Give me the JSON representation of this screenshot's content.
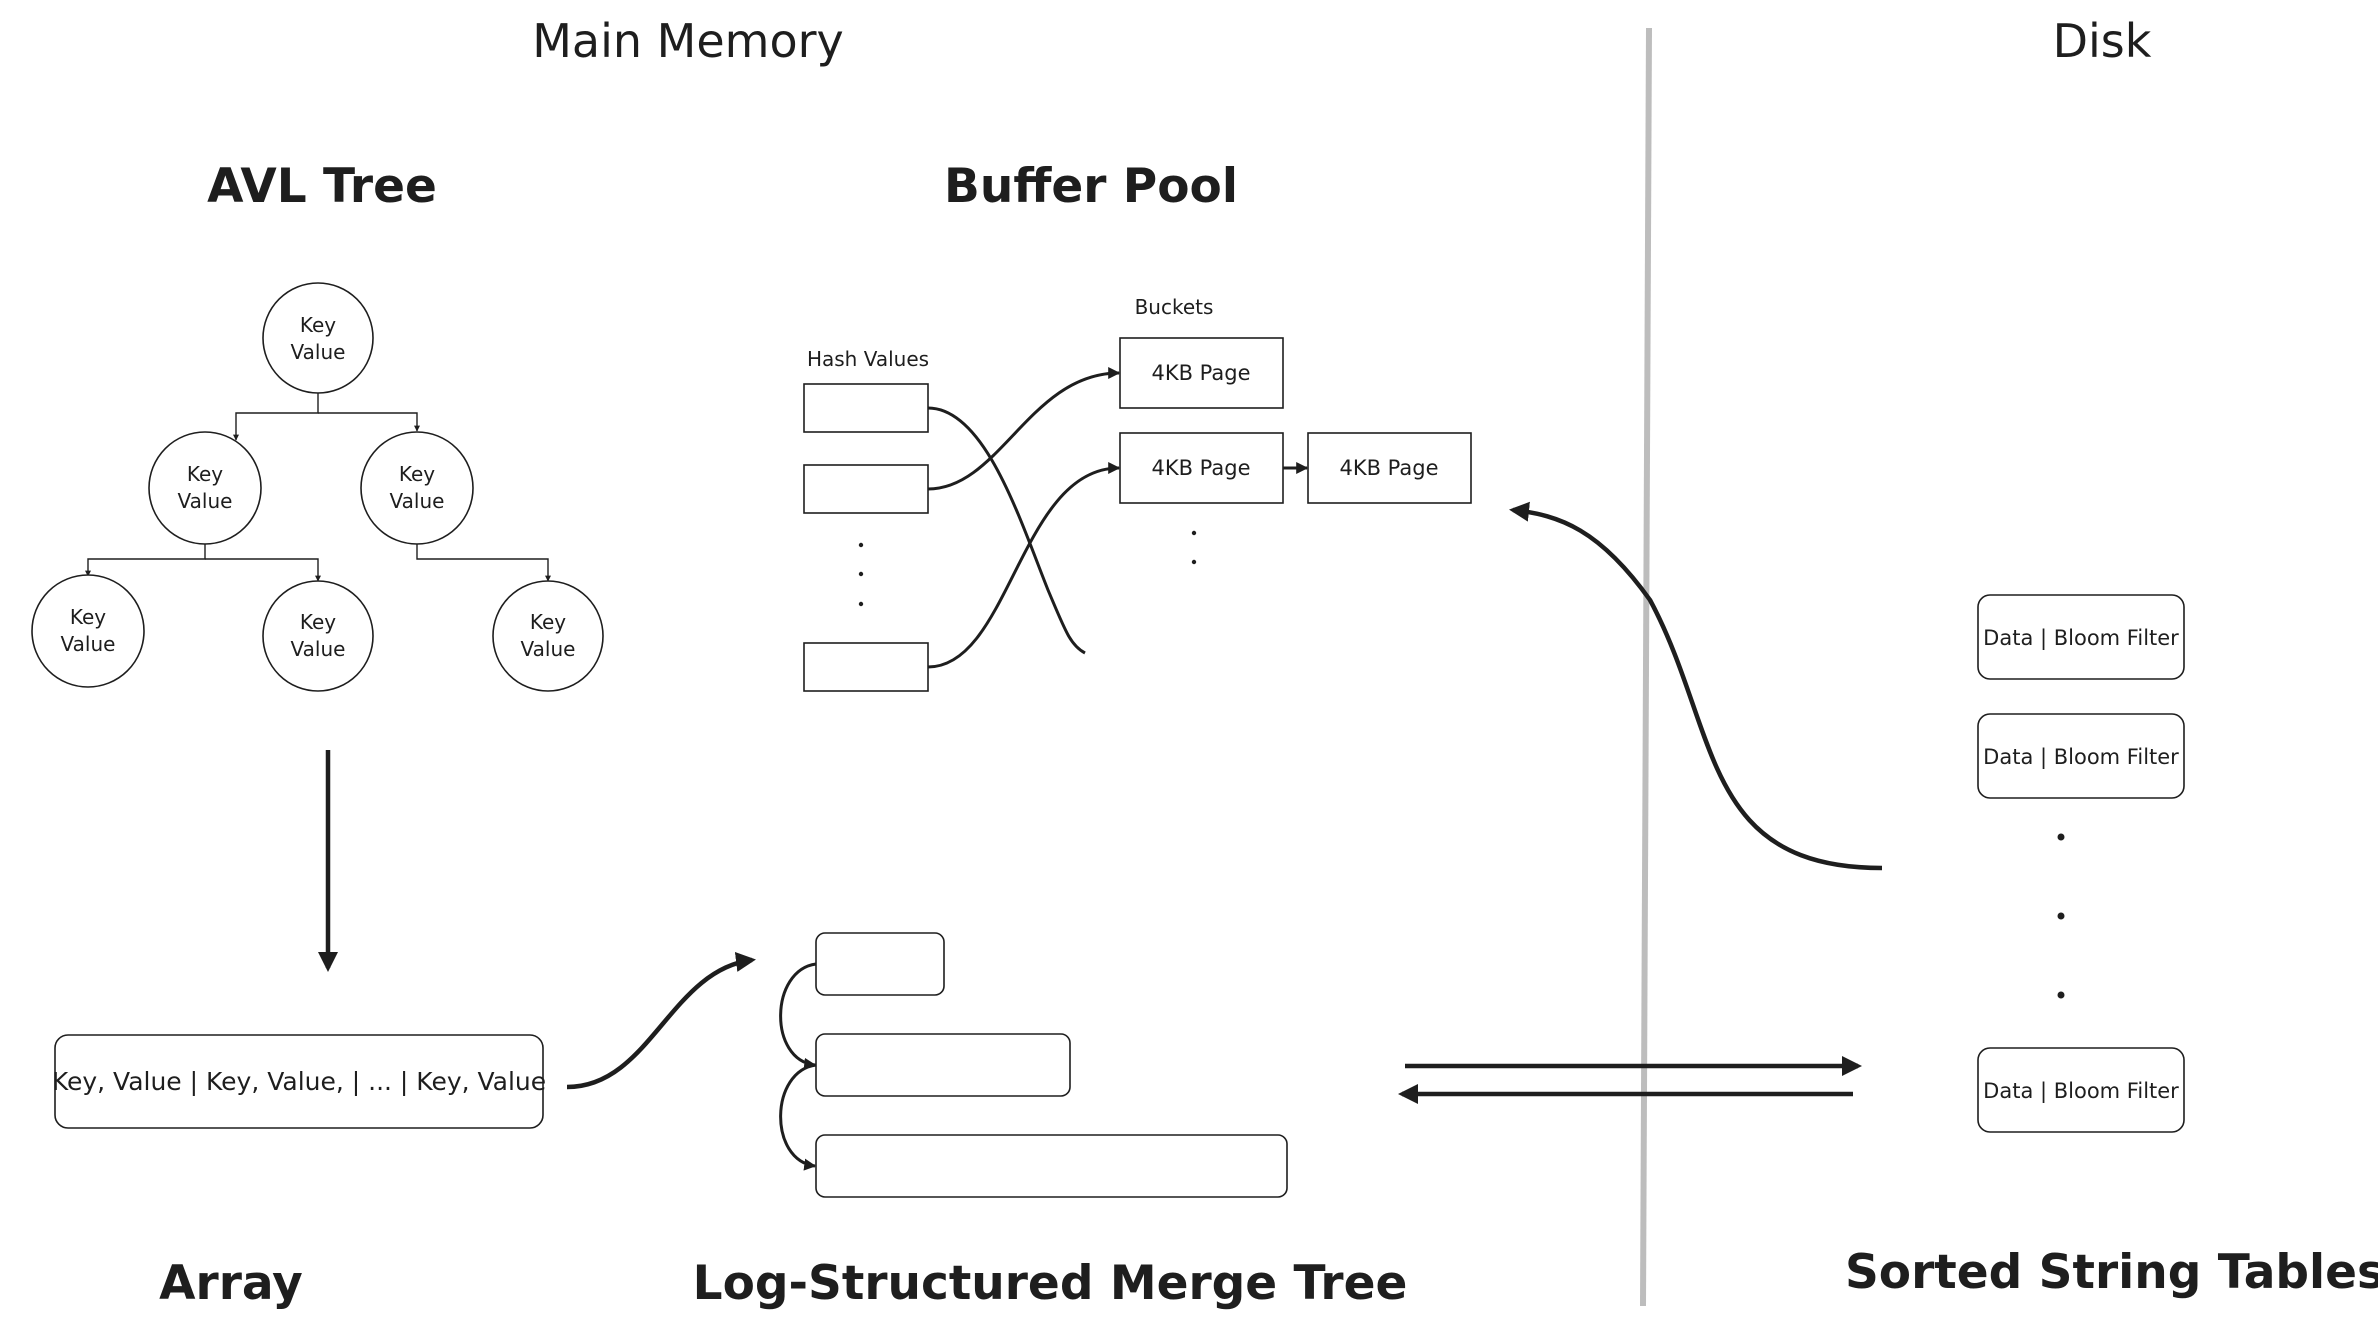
{
  "regions": {
    "main_memory": "Main Memory",
    "disk": "Disk"
  },
  "titles": {
    "avl_tree": "AVL Tree",
    "buffer_pool": "Buffer Pool",
    "array": "Array",
    "lsm_tree": "Log-Structured Merge Tree",
    "sstables": "Sorted String Tables"
  },
  "avl_tree": {
    "nodes": [
      {
        "line1": "Key",
        "line2": "Value"
      },
      {
        "line1": "Key",
        "line2": "Value"
      },
      {
        "line1": "Key",
        "line2": "Value"
      },
      {
        "line1": "Key",
        "line2": "Value"
      },
      {
        "line1": "Key",
        "line2": "Value"
      },
      {
        "line1": "Key",
        "line2": "Value"
      }
    ]
  },
  "buffer_pool": {
    "hash_values_label": "Hash Values",
    "buckets_label": "Buckets",
    "pages": [
      "4KB Page",
      "4KB Page",
      "4KB Page"
    ]
  },
  "array": {
    "content": "Key, Value | Key, Value, | ... | Key, Value"
  },
  "sstables": {
    "entries": [
      "Data | Bloom Filter",
      "Data | Bloom Filter",
      "Data | Bloom Filter"
    ]
  }
}
